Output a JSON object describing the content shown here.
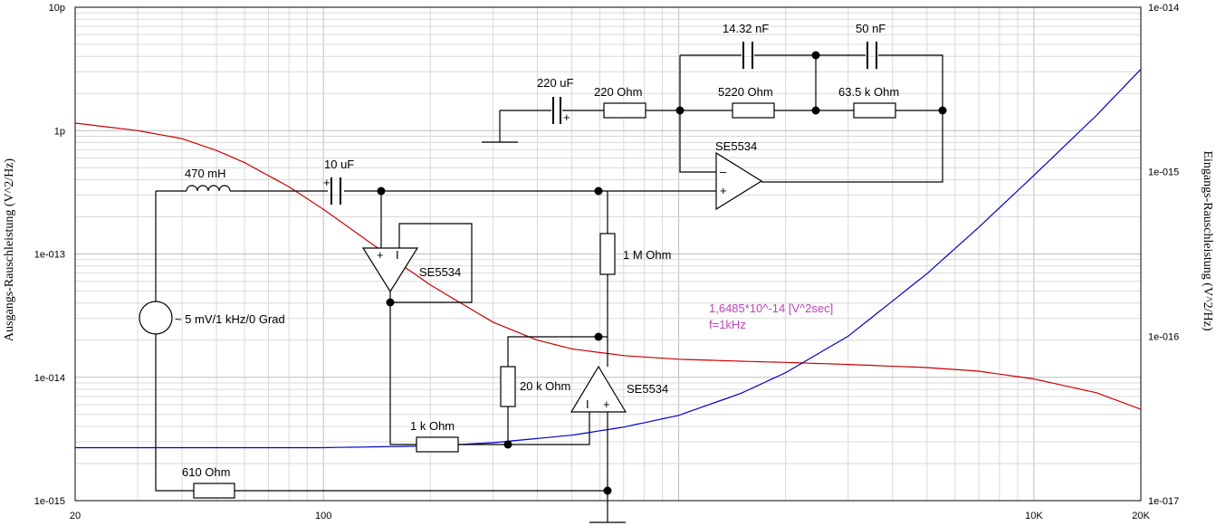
{
  "chart_data": {
    "type": "line",
    "x_scale": "log",
    "xlim": [
      20,
      20000
    ],
    "x_ticks": [
      {
        "value": 20,
        "label": "20"
      },
      {
        "value": 100,
        "label": "100"
      },
      {
        "value": 10000,
        "label": "10K"
      },
      {
        "value": 20000,
        "label": "20K"
      }
    ],
    "y_left": {
      "label": "Ausgangs-Rauschleistung (V^2/Hz)",
      "scale": "log",
      "lim": [
        1e-15,
        1e-11
      ],
      "ticks": [
        {
          "value": 1e-11,
          "label": "10p"
        },
        {
          "value": 1e-12,
          "label": "1p"
        },
        {
          "value": 1e-13,
          "label": "1e-013"
        },
        {
          "value": 1e-14,
          "label": "1e-014"
        },
        {
          "value": 1e-15,
          "label": "1e-015"
        }
      ]
    },
    "y_right": {
      "label": "Eingangs-Rauschleistung (V^2/Hz)",
      "scale": "log",
      "lim": [
        1e-17,
        1e-14
      ],
      "ticks": [
        {
          "value": 1e-14,
          "label": "1e-014"
        },
        {
          "value": 1e-15,
          "label": "1e-015"
        },
        {
          "value": 1e-16,
          "label": "1e-016"
        },
        {
          "value": 1e-17,
          "label": "1e-017"
        }
      ]
    },
    "grid": true,
    "series": [
      {
        "axis": "left",
        "color": "#cc0000",
        "x": [
          20,
          30,
          40,
          50,
          60,
          80,
          100,
          150,
          200,
          300,
          400,
          500,
          700,
          1000,
          1500,
          2000,
          3000,
          5000,
          7000,
          10000,
          15000,
          20000
        ],
        "y": [
          1.15e-12,
          1e-12,
          8.6e-13,
          6.9e-13,
          5.5e-13,
          3.5e-13,
          2.3e-13,
          1e-13,
          5.6e-14,
          2.8e-14,
          2e-14,
          1.7e-14,
          1.5e-14,
          1.4e-14,
          1.35e-14,
          1.32e-14,
          1.27e-14,
          1.2e-14,
          1.12e-14,
          9.7e-15,
          7.5e-15,
          5.5e-15
        ]
      },
      {
        "axis": "right",
        "color": "#0000cc",
        "x": [
          20,
          50,
          100,
          200,
          300,
          500,
          700,
          1000,
          1500,
          2000,
          3000,
          5000,
          7000,
          10000,
          15000,
          20000
        ],
        "y": [
          2.1e-17,
          2.1e-17,
          2.1e-17,
          2.15e-17,
          2.25e-17,
          2.5e-17,
          2.8e-17,
          3.3e-17,
          4.5e-17,
          6e-17,
          1e-16,
          2.4e-16,
          4.6e-16,
          9.5e-16,
          2.2e-15,
          4.2e-15
        ]
      }
    ],
    "annotation": {
      "line1": "1,6485*10^-14 [V^2sec]",
      "line2": "f=1kHz",
      "color": "#bb44bb"
    },
    "schematic_labels": {
      "c_14n": "14.32 nF",
      "c_50n": "50 nF",
      "c_220u": "220 uF",
      "r_220": "220  Ohm",
      "r_5220": "5220  Ohm",
      "r_63k": "63.5 k Ohm",
      "op_top": "SE5534",
      "l_470": "470 mH",
      "c_10u": "10 uF",
      "op_left": "SE5534",
      "r_1m": "1 M Ohm",
      "source": "~ 5 mV/1 kHz/0 Grad",
      "r_20k": "20 k Ohm",
      "op_bottom": "SE5534",
      "r_1k": "1 k Ohm",
      "r_610": "610  Ohm"
    }
  }
}
